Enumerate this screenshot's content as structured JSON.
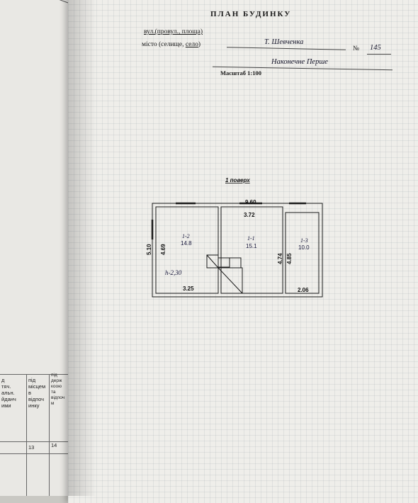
{
  "header": {
    "title": "ПЛАН  БУДИНКУ",
    "street_label": "вул.(провул., площа)",
    "street_value": "Т. Шевченка",
    "number_label": "№",
    "number_value": "145",
    "city_label_prefix": "місто (селище, ",
    "city_label_underlined": "село",
    "city_label_suffix": ")",
    "city_value": "Наконечне Перше",
    "scale": "Масштаб 1:100"
  },
  "floor": {
    "label": "1 поверх",
    "dims": {
      "top_total": "9.60",
      "top_inner": "3.72",
      "left_outer": "5.10",
      "left_inner": "4.69",
      "mid_right": "4.74",
      "right_inner": "4.85",
      "bottom_left": "3.25",
      "bottom_right": "2.06"
    },
    "rooms": [
      {
        "id": "1-2",
        "area": "14.8"
      },
      {
        "id": "1-1",
        "area": "15.1"
      },
      {
        "id": "1-3",
        "area": "10.0"
      }
    ],
    "height_note": "h-2,30"
  },
  "table": {
    "col1": "д\nтяч.\nальн.\nйданч\nими",
    "col2": "під\nмісцем\nв\nвідпоч\nинку",
    "col3": "під\nдерж\nкоою\nта\nвідпоч\nм",
    "num13": "13",
    "num14": "14"
  }
}
